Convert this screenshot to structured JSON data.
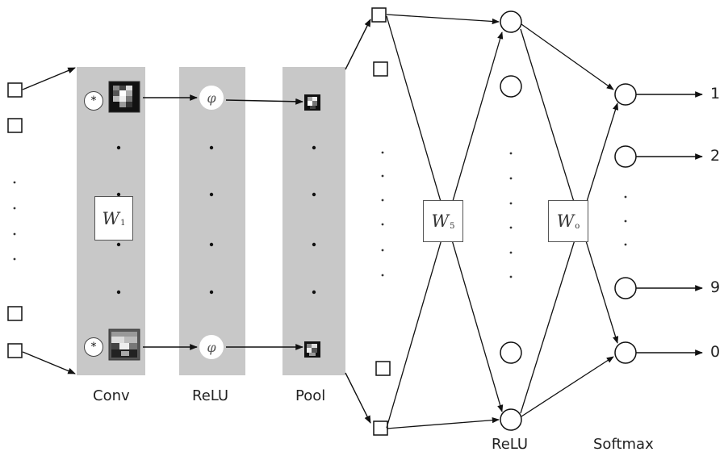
{
  "columns": {
    "conv": "Conv",
    "relu1": "ReLU",
    "pool": "Pool",
    "relu2": "ReLU",
    "softmax": "Softmax"
  },
  "weights": {
    "w1": "W",
    "w1_sub": "1",
    "w5": "W",
    "w5_sub": "5",
    "wo": "W",
    "wo_sub": "o"
  },
  "symbols": {
    "conv_op": "*",
    "activation": "φ"
  },
  "outputs": [
    "1",
    "2",
    "9",
    "0"
  ],
  "colors": {
    "panel_gray": "#c8c8c8",
    "line": "#111111"
  }
}
